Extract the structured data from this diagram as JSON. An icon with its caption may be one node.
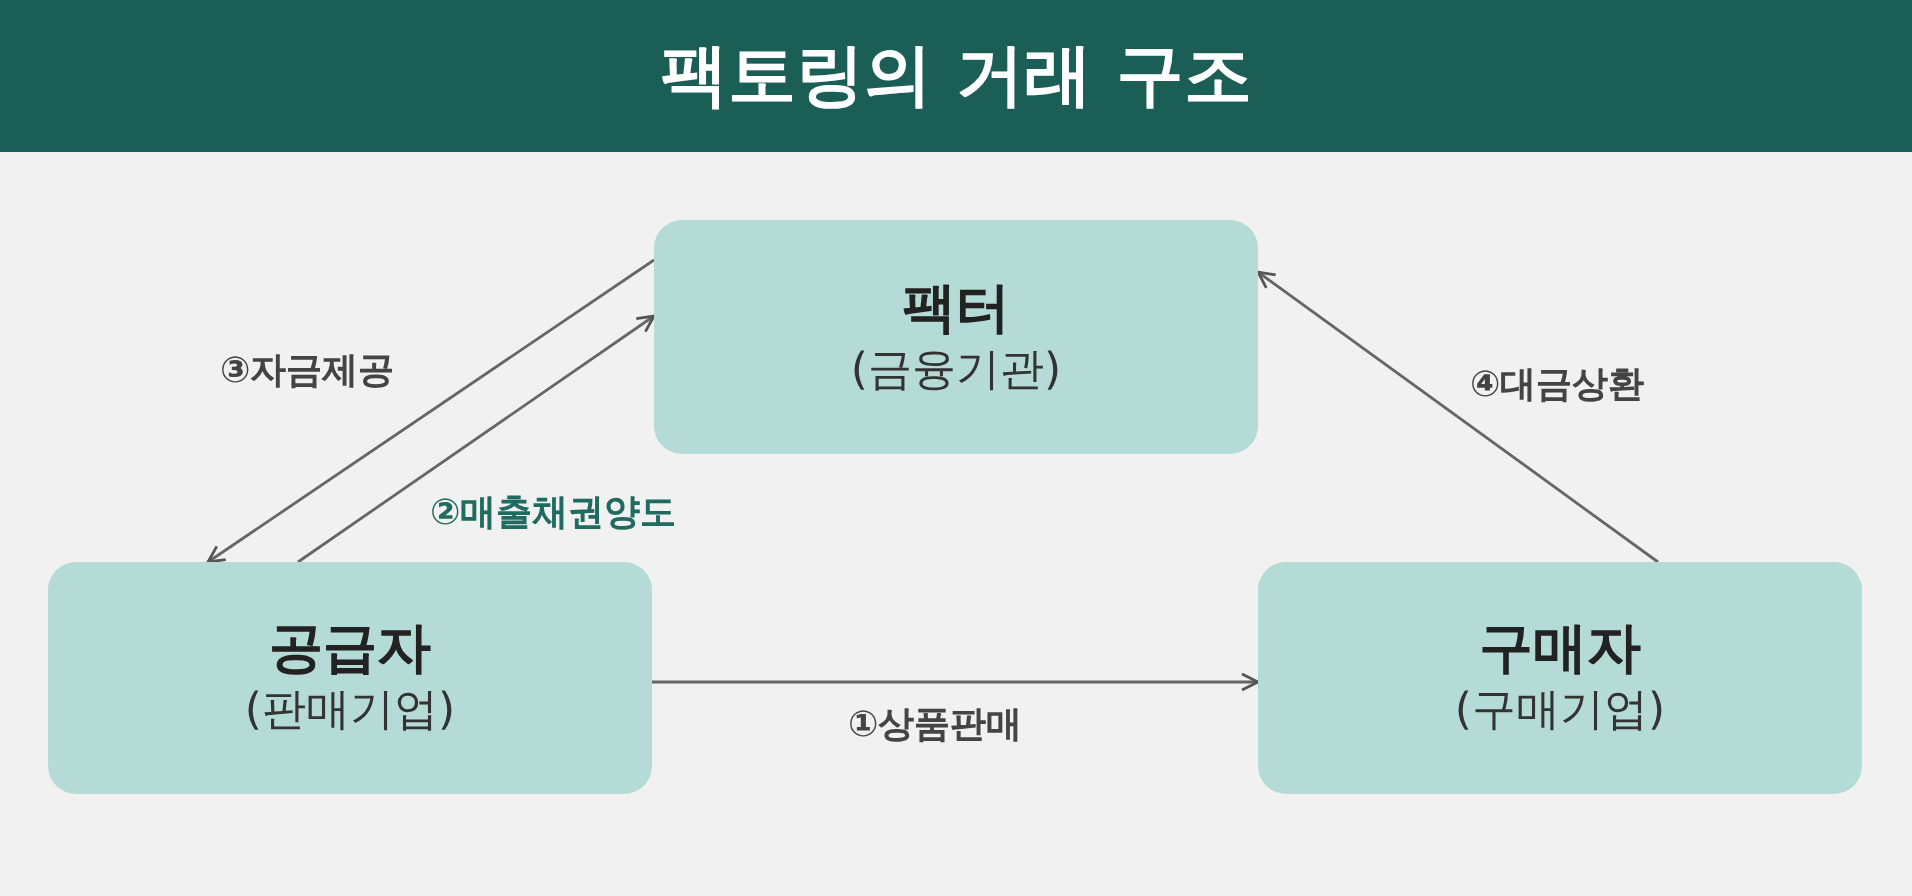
{
  "diagram": {
    "title": "팩토링의 거래 구조",
    "nodes": [
      {
        "text": [
          "팩터",
          "(금융기관)"
        ]
      },
      {
        "text": [
          "공급자",
          "(판매기업)"
        ]
      },
      {
        "text": [
          "구매자",
          "(구매기업)"
        ]
      }
    ],
    "edges": [
      {
        "from": 0,
        "to": 1,
        "arrow": "to",
        "label": "③자금제공"
      },
      {
        "from": 1,
        "to": 0,
        "arrow": "to",
        "label": "②매출채권양도"
      },
      {
        "from": 1,
        "to": 2,
        "arrow": "to",
        "label": "①상품판매"
      },
      {
        "from": 2,
        "to": 0,
        "arrow": "to",
        "label": "④대금상환"
      }
    ]
  }
}
